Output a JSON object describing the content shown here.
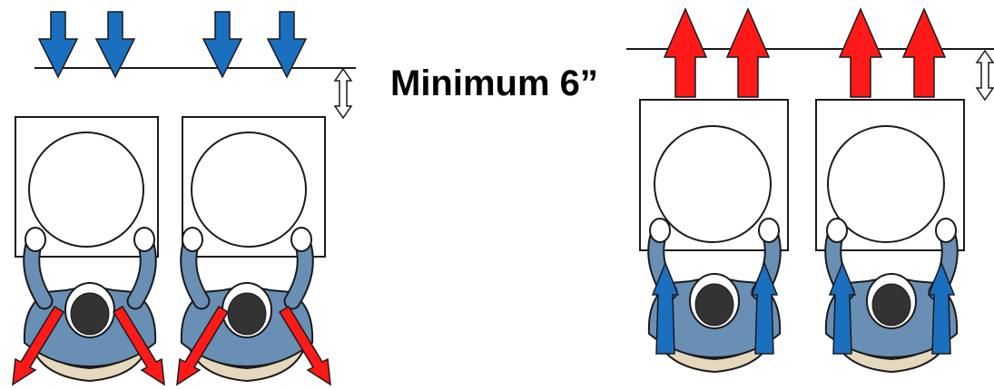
{
  "label": {
    "text": "Minimum 6”"
  },
  "colors": {
    "supply_arrow": "#1b6fbf",
    "exhaust_arrow": "#ff1a1a",
    "operator_body": "#6a8fb5",
    "operator_head": "#333333",
    "chair": "#e5d8bd",
    "outline": "#000000"
  },
  "panels": [
    {
      "name": "inflow-setup",
      "airflow": "downward-into-cabinet",
      "arrow_icon": "blue-down-arrow-icon",
      "hand_arrow_icon": "red-outflow-arrow-icon",
      "stations": 2
    },
    {
      "name": "exhaust-setup",
      "airflow": "upward-out-of-cabinet",
      "arrow_icon": "red-up-arrow-icon",
      "hand_arrow_icon": "blue-upflow-arrow-icon",
      "stations": 2
    }
  ]
}
